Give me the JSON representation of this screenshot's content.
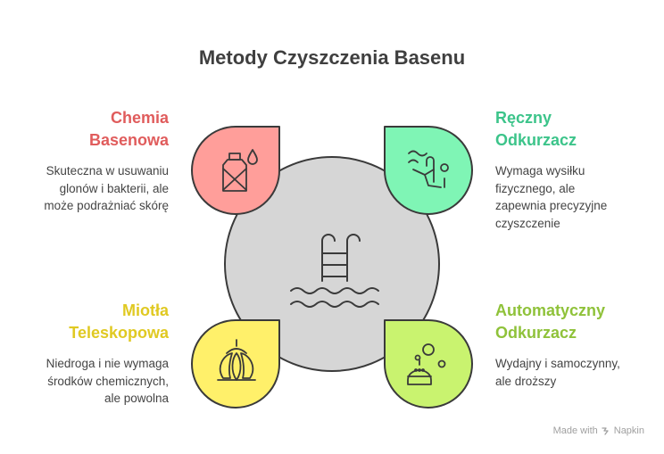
{
  "title": "Metody Czyszczenia Basenu",
  "colors": {
    "chemia": "#e05c5c",
    "chemia_fill": "#ff9e9a",
    "reczny": "#3cc48a",
    "reczny_fill": "#7ff5b5",
    "miotla": "#e0c922",
    "miotla_fill": "#fff06a",
    "automat": "#8fc23a",
    "automat_fill": "#c9f36f",
    "center_fill": "#d6d6d6",
    "stroke": "#3a3a3a"
  },
  "items": {
    "chemia": {
      "title_line1": "Chemia",
      "title_line2": "Basenowa",
      "desc_line1": "Skuteczna w usuwaniu",
      "desc_line2": "glonów i bakterii, ale",
      "desc_line3": "może podrażniać skórę",
      "icon": "chemical-bottle-icon"
    },
    "reczny": {
      "title_line1": "Ręczny",
      "title_line2": "Odkurzacz",
      "desc_line1": "Wymaga wysiłku",
      "desc_line2": "fizycznego, ale",
      "desc_line3": "zapewnia precyzyjne",
      "desc_line4": "czyszczenie",
      "icon": "swimmer-ladder-icon"
    },
    "miotla": {
      "title_line1": "Miotła",
      "title_line2": "Teleskopowa",
      "desc_line1": "Niedroga i nie wymaga",
      "desc_line2": "środków chemicznych,",
      "desc_line3": "ale powolna",
      "icon": "brush-head-icon"
    },
    "automat": {
      "title_line1": "Automatyczny",
      "title_line2": "Odkurzacz",
      "desc_line1": "Wydajny i samoczynny,",
      "desc_line2": "ale droższy",
      "icon": "robot-bubbles-icon"
    }
  },
  "center_icon": "pool-ladder-icon",
  "footer": {
    "made_with": "Made with",
    "brand": "Napkin"
  }
}
